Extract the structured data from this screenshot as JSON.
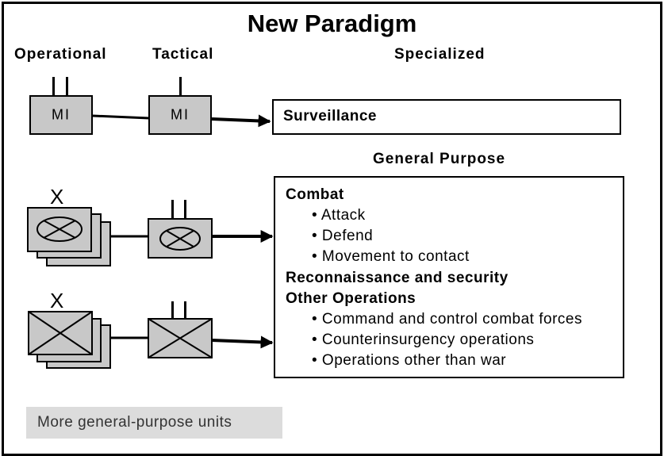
{
  "title": "New Paradigm",
  "headers": {
    "operational": "Operational",
    "tactical": "Tactical",
    "specialized": "Specialized",
    "general_purpose": "General Purpose"
  },
  "units": {
    "operational_mi": "MI",
    "tactical_mi": "MI",
    "echelon_marker": "X"
  },
  "surveillance": "Surveillance",
  "general_purpose_list": {
    "combat": "Combat",
    "attack": "• Attack",
    "defend": "• Defend",
    "movement": "• Movement to contact",
    "recon": "Reconnaissance and security",
    "other": "Other Operations",
    "command": "• Command and control combat forces",
    "counter": "• Counterinsurgency operations",
    "oow": "• Operations other than war"
  },
  "note": "More general-purpose units",
  "colors": {
    "unit_fill": "#c8c8c8",
    "note_fill": "#dcdcdc",
    "line": "#000000"
  }
}
